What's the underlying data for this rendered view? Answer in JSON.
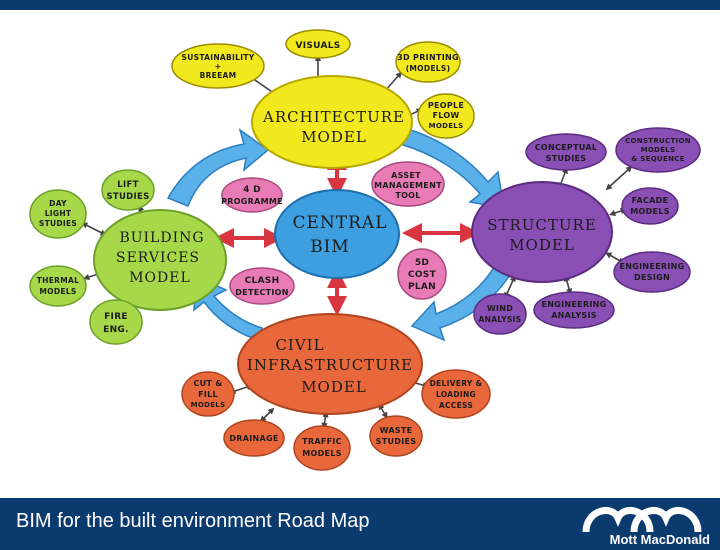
{
  "diagram": {
    "colors": {
      "architecture": "#f2e81e",
      "structure": "#8a4fb5",
      "central": "#3d9fe0",
      "civil": "#e8683c",
      "building": "#a6d84a",
      "arrow_blue": "#5ab0e8",
      "arrow_red": "#d93540",
      "pink": "#e87bb6"
    },
    "main_models": {
      "architecture": [
        "ARCHITECTURE",
        "MODEL"
      ],
      "central": [
        "CENTRAL",
        "BIM"
      ],
      "structure": [
        "STRUCTURE",
        "MODEL"
      ],
      "building": [
        "BUILDING",
        "SERVICES",
        "MODEL"
      ],
      "civil": [
        "CIVIL",
        "INFRASTRUCTURE",
        "MODEL"
      ]
    },
    "central_satellites": {
      "fourd": [
        "4 D",
        "PROGRAMME"
      ],
      "asset": [
        "ASSET",
        "MANAGEMENT",
        "TOOL"
      ],
      "fived": [
        "5D",
        "COST",
        "PLAN"
      ],
      "clash": [
        "CLASH",
        "DETECTION"
      ]
    },
    "architecture_satellites": {
      "sustainability": [
        "SUSTAINABILITY",
        "+",
        "BREEAM"
      ],
      "visuals": [
        "VISUALS"
      ],
      "printing": [
        "3D PRINTING",
        "(MODELS)"
      ],
      "people_flow": [
        "PEOPLE",
        "FLOW",
        "MODELS"
      ]
    },
    "structure_satellites": {
      "conceptual": [
        "CONCEPTUAL",
        "STUDIES"
      ],
      "construction": [
        "CONSTRUCTION",
        "MODELS",
        "& SEQUENCE"
      ],
      "facade": [
        "FACADE",
        "MODELS"
      ],
      "eng_design": [
        "ENGINEERING",
        "DESIGN"
      ],
      "eng_analysis": [
        "ENGINEERING",
        "ANALYSIS"
      ],
      "wind": [
        "WIND",
        "ANALYSIS"
      ]
    },
    "building_satellites": {
      "lift": [
        "LIFT",
        "STUDIES"
      ],
      "daylight": [
        "DAY",
        "LIGHT",
        "STUDIES"
      ],
      "thermal": [
        "THERMAL",
        "MODELS"
      ],
      "fire": [
        "FIRE",
        "ENG."
      ]
    },
    "civil_satellites": {
      "cut_fill": [
        "CUT &",
        "FILL",
        "MODELS"
      ],
      "drainage": [
        "DRAINAGE"
      ],
      "traffic": [
        "TRAFFIC",
        "MODELS"
      ],
      "waste": [
        "WASTE",
        "STUDIES"
      ],
      "delivery": [
        "DELIVERY &",
        "LOADING",
        "ACCESS"
      ]
    }
  },
  "footer": {
    "title": "BIM for the built environment Road Map",
    "logo_text": "Mott MacDonald",
    "background": "#0b3a6e"
  }
}
